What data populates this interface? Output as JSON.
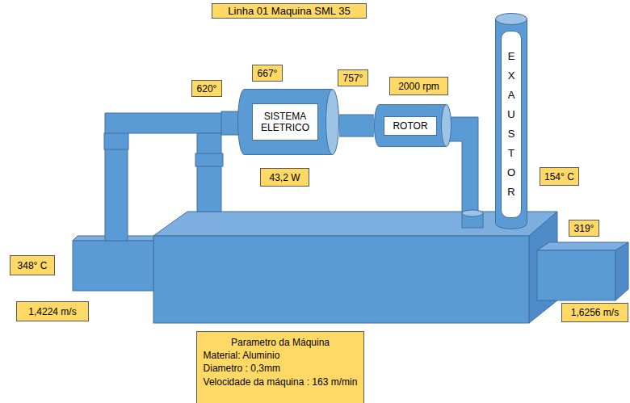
{
  "diagram": {
    "title": "Linha 01 Maquina SML 35",
    "nodes": [
      {
        "text": [
          "SISTEMA ELETRICO"
        ]
      },
      {
        "text": [
          "ROTOR"
        ]
      },
      {
        "text": [
          "E X A U S T O R"
        ]
      },
      {
        "text": [
          "Parametro da Máquina",
          "Material: Aluminio",
          "Diametro : 0,3mm",
          "Velocidade da máquina : 163 m/min"
        ]
      }
    ],
    "edges": [
      {
        "from": 0,
        "to": 1,
        "arrow": "none"
      }
    ],
    "labels": [
      "620°",
      "667°",
      "757°",
      "2000 rpm",
      "43,2 W",
      "154° C",
      "319°",
      "348° C",
      "1,4224 m/s",
      "1,6256 m/s"
    ]
  }
}
